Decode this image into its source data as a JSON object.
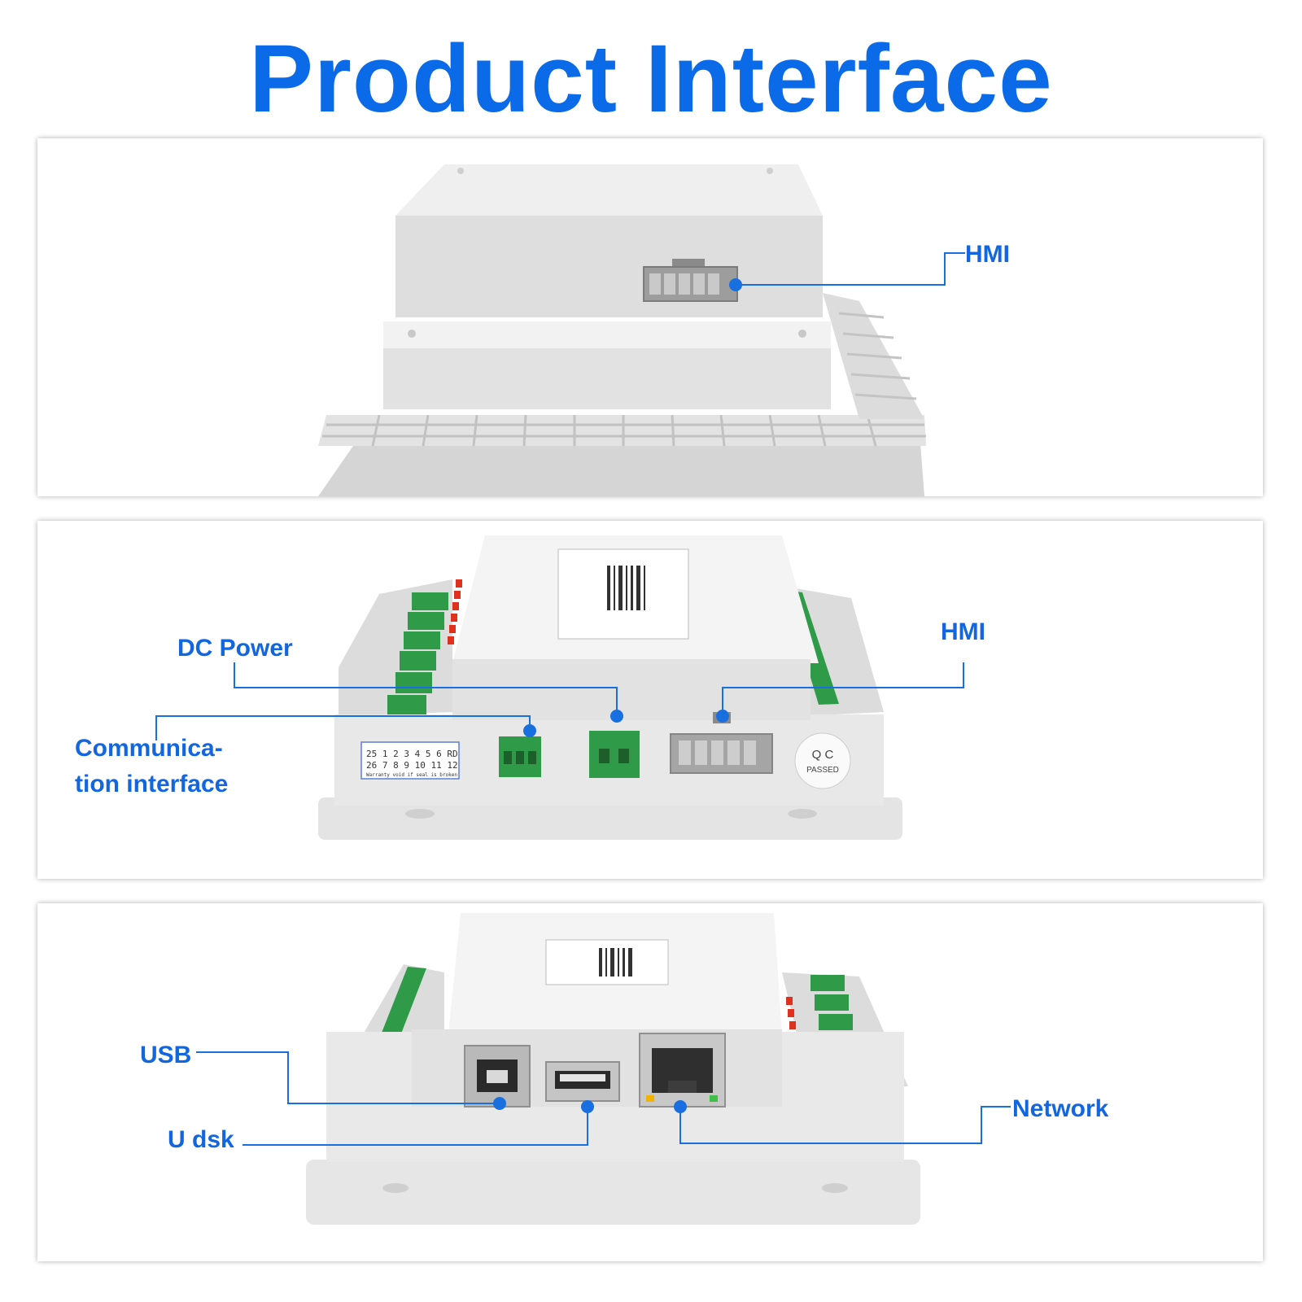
{
  "header": {
    "title": "Product Interface"
  },
  "colors": {
    "accent": "#0a6ae8",
    "callout_line": "#1a6fe0",
    "device_body": "#e6e6e6",
    "terminal_green": "#2f9b48",
    "led_red": "#e0301e"
  },
  "panels": [
    {
      "callouts": [
        {
          "label": "HMI"
        }
      ]
    },
    {
      "callouts": [
        {
          "label": "DC Power"
        },
        {
          "label": "HMI"
        },
        {
          "label": "Communica-\ntion interface"
        }
      ],
      "qc_seal": {
        "line1": "Q C",
        "line2": "PASSED"
      },
      "sticker": {
        "row1": "25 1 2 3 4 5 6 RD",
        "row2": "26 7 8 9 10 11 12",
        "note": "Warranty void if seal is broken"
      }
    },
    {
      "callouts": [
        {
          "label": "USB"
        },
        {
          "label": "U dsk"
        },
        {
          "label": "Network"
        }
      ]
    }
  ]
}
